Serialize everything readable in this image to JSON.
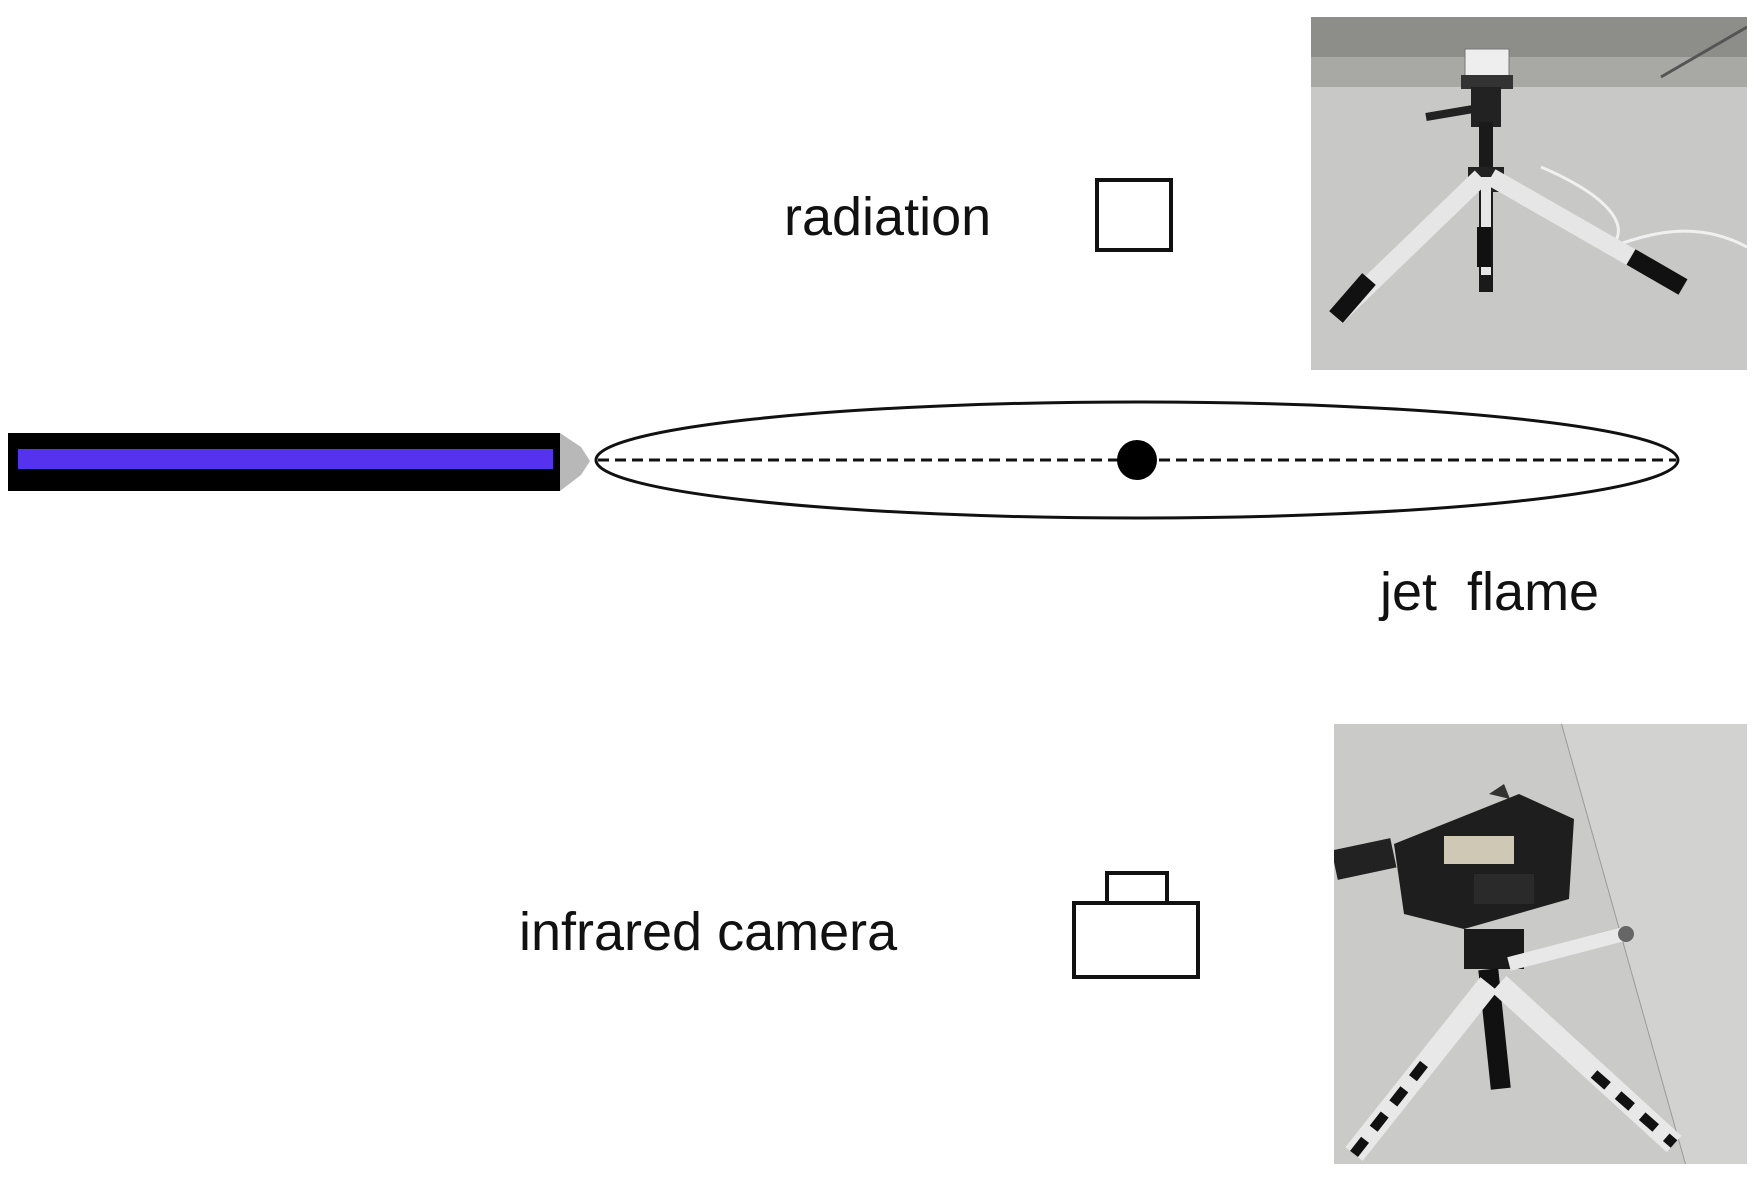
{
  "labels": {
    "radiation": "radiation",
    "jet_flame": "jet  flame",
    "infrared_camera": "infrared camera"
  },
  "colors": {
    "pipe_outer": "#000000",
    "pipe_inner": "#5533ee",
    "nozzle": "#b8b8b8",
    "ground_photo": "#c9c9c7",
    "tripod_leg": "#e6e6e6"
  },
  "photos": {
    "top": {
      "depicts": "radiometer-on-tripod"
    },
    "bottom": {
      "depicts": "infrared-camera-on-tripod"
    }
  }
}
